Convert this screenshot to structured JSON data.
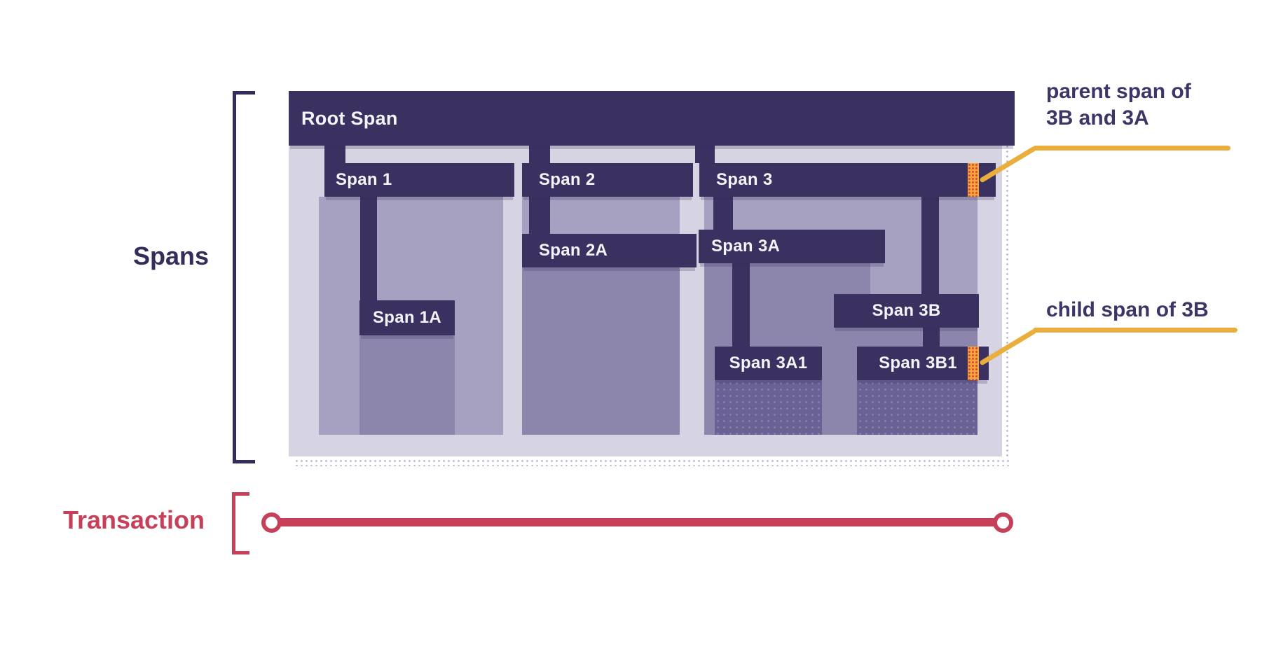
{
  "side_labels": {
    "spans": "Spans",
    "transaction": "Transaction"
  },
  "trace": {
    "root": "Root Span",
    "span1": "Span 1",
    "span1a": "Span 1A",
    "span2": "Span 2",
    "span2a": "Span 2A",
    "span3": "Span 3",
    "span3a": "Span 3A",
    "span3b": "Span 3B",
    "span3a1": "Span 3A1",
    "span3b1": "Span 3B1"
  },
  "annotations": {
    "parent_line1": "parent span of",
    "parent_line2": "3B and 3A",
    "child": "child span of 3B"
  },
  "colors": {
    "dark-bar": "#3a3161",
    "container": "#d6d3e2",
    "level1": "#a6a0c1",
    "level2": "#8d86ac",
    "level3": "#6a6294",
    "chip-orange": "#f3a73d",
    "chip-dot": "#dd4a32",
    "yellow": "#e9ae3b",
    "red": "#c6405a",
    "label-purple": "#332d59",
    "anno-purple": "#3d3565",
    "bar-text": "#f4f3f8"
  }
}
